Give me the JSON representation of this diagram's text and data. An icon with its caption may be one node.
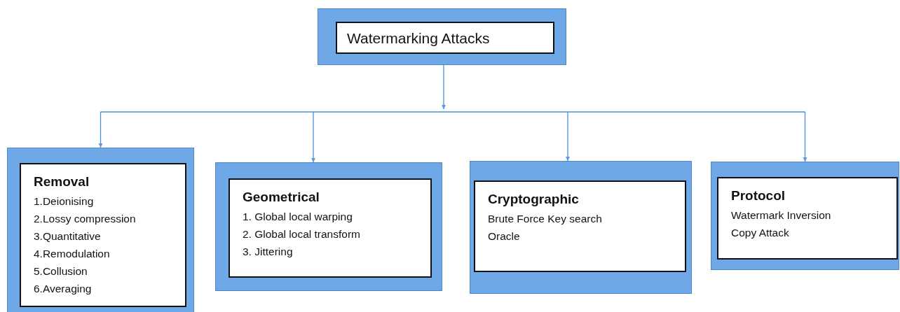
{
  "diagram": {
    "nodes": [
      {
        "text": [
          "Watermarking Attacks"
        ]
      },
      {
        "text": [
          "Removal",
          "1.Deionising",
          "2.Lossy compression",
          "3.Quantitative",
          "4.Remodulation",
          "5.Collusion",
          "6.Averaging"
        ]
      },
      {
        "text": [
          "Geometrical",
          "1. Global local warping",
          "2. Global local transform",
          "3. Jittering"
        ]
      },
      {
        "text": [
          "Cryptographic",
          "Brute Force Key search",
          "Oracle"
        ]
      },
      {
        "text": [
          "Protocol",
          "Watermark Inversion",
          "Copy Attack"
        ]
      }
    ],
    "edges": [
      {
        "from": 0,
        "to": 1,
        "arrow": "to"
      },
      {
        "from": 0,
        "to": 2,
        "arrow": "to"
      },
      {
        "from": 0,
        "to": 3,
        "arrow": "to"
      },
      {
        "from": 0,
        "to": 4,
        "arrow": "to"
      }
    ]
  }
}
